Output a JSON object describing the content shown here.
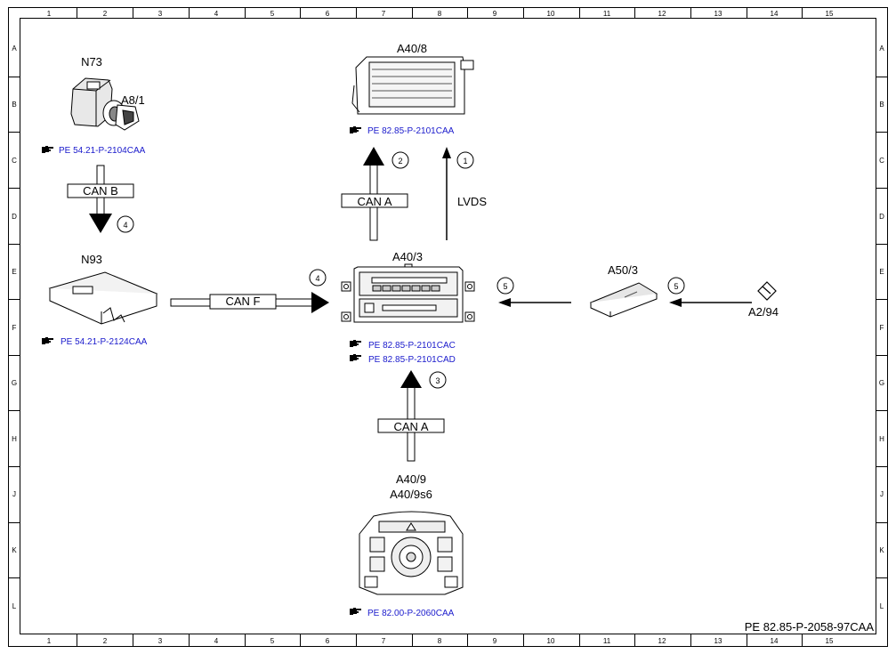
{
  "grid": {
    "columns": [
      "1",
      "2",
      "3",
      "4",
      "5",
      "6",
      "7",
      "8",
      "9",
      "10",
      "11",
      "12",
      "13",
      "14",
      "15"
    ],
    "rows": [
      "A",
      "B",
      "C",
      "D",
      "E",
      "F",
      "G",
      "H",
      "J",
      "K",
      "L"
    ]
  },
  "components": {
    "n73": "N73",
    "a8_1": "A8/1",
    "a40_8": "A40/8",
    "n93": "N93",
    "a40_3": "A40/3",
    "a50_3": "A50/3",
    "a2_94": "A2/94",
    "a40_9": "A40/9",
    "a40_9s6": "A40/9s6"
  },
  "references": {
    "n73": "PE 54.21-P-2104CAA",
    "a40_8": "PE 82.85-P-2101CAA",
    "n93": "PE 54.21-P-2124CAA",
    "a40_3_1": "PE 82.85-P-2101CAC",
    "a40_3_2": "PE 82.85-P-2101CAD",
    "a40_9": "PE 82.00-P-2060CAA"
  },
  "connections": {
    "can_b": "CAN B",
    "can_a_top": "CAN A",
    "lvds": "LVDS",
    "can_f": "CAN F",
    "can_a_bottom": "CAN A"
  },
  "markers": {
    "m1": "1",
    "m2": "2",
    "m3": "3",
    "m4a": "4",
    "m4b": "4",
    "m5a": "5",
    "m5b": "5"
  },
  "footer_code": "PE 82.85-P-2058-97CAA",
  "colors": {
    "reference_link": "#1a1acc",
    "line": "#000000"
  },
  "icons": {
    "reference": "pointing-hand-icon"
  }
}
